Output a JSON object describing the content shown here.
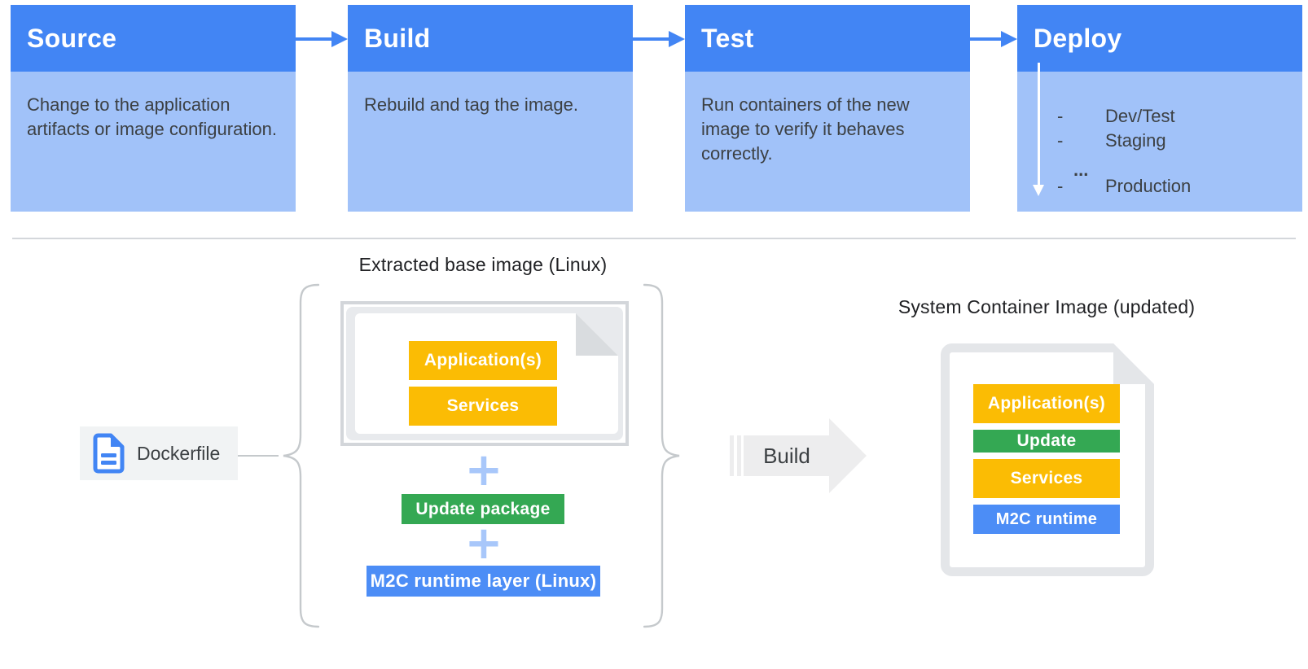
{
  "pipeline": {
    "stages": [
      {
        "title": "Source",
        "description": "Change to the application artifacts or image configuration."
      },
      {
        "title": "Build",
        "description": "Rebuild and tag the image."
      },
      {
        "title": "Test",
        "description": "Run containers of the new image to verify it behaves correctly."
      },
      {
        "title": "Deploy",
        "environments": [
          {
            "bullet": "-",
            "label": "Dev/Test"
          },
          {
            "bullet": "-",
            "label": "Staging"
          },
          {
            "bullet": "",
            "label": "..."
          },
          {
            "bullet": "-",
            "label": "Production"
          }
        ]
      }
    ]
  },
  "image_build": {
    "extracted_title": "Extracted base image (Linux)",
    "base_layers": [
      "Application(s)",
      "Services"
    ],
    "plus": "+",
    "update_package": "Update package",
    "runtime_layer": "M2C runtime layer (Linux)",
    "dockerfile_label": "Dockerfile",
    "build_label": "Build",
    "result_title": "System Container Image (updated)",
    "result_layers": [
      {
        "label": "Application(s)",
        "color": "yellow"
      },
      {
        "label": "Update",
        "color": "green"
      },
      {
        "label": "Services",
        "color": "yellow"
      },
      {
        "label": "M2C runtime",
        "color": "blue"
      }
    ]
  },
  "colors": {
    "header_blue": "#4285f4",
    "panel_blue": "#a1c2f9",
    "yellow": "#fbbc04",
    "green": "#34a853",
    "layer_blue": "#4c8df6",
    "plus_blue": "#a8c7fa",
    "text_dark": "#3c4043",
    "title_dark": "#202124",
    "arrow_grey": "#ededee"
  }
}
